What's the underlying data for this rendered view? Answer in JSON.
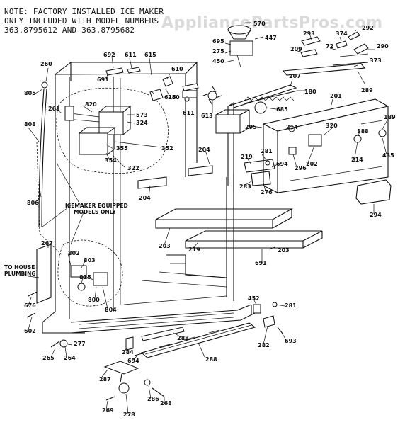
{
  "note": {
    "lines": [
      "NOTE:  FACTORY INSTALLED ICE MAKER",
      "       ONLY INCLUDED WITH MODEL NUMBERS",
      "       363.8795612 AND 363.8795682"
    ]
  },
  "watermark": "AppliancePartsPros.com",
  "callouts": {
    "icemaker_equipped": [
      "ICEMAKER EQUIPPED",
      "MODELS ONLY"
    ],
    "to_house_plumbing": [
      "TO HOUSE",
      "PLUMBING"
    ]
  },
  "part_labels": [
    "570",
    "447",
    "695",
    "275",
    "450",
    "293",
    "374",
    "292",
    "72",
    "290",
    "209",
    "373",
    "289",
    "692",
    "611",
    "615",
    "691",
    "610",
    "280",
    "615",
    "207",
    "180",
    "260",
    "805",
    "261",
    "820",
    "573",
    "324",
    "611",
    "613",
    "685",
    "201",
    "189",
    "295",
    "214",
    "188",
    "320",
    "435",
    "355",
    "352",
    "354",
    "322",
    "808",
    "204",
    "219",
    "281",
    "296",
    "202",
    "214",
    "694",
    "283",
    "276",
    "294",
    "806",
    "204",
    "203",
    "219",
    "203",
    "691",
    "267",
    "802",
    "803",
    "815",
    "800",
    "804",
    "676",
    "602",
    "452",
    "281",
    "282",
    "693",
    "277",
    "265",
    "264",
    "284",
    "694",
    "288",
    "288",
    "287",
    "269",
    "278",
    "286",
    "268"
  ]
}
